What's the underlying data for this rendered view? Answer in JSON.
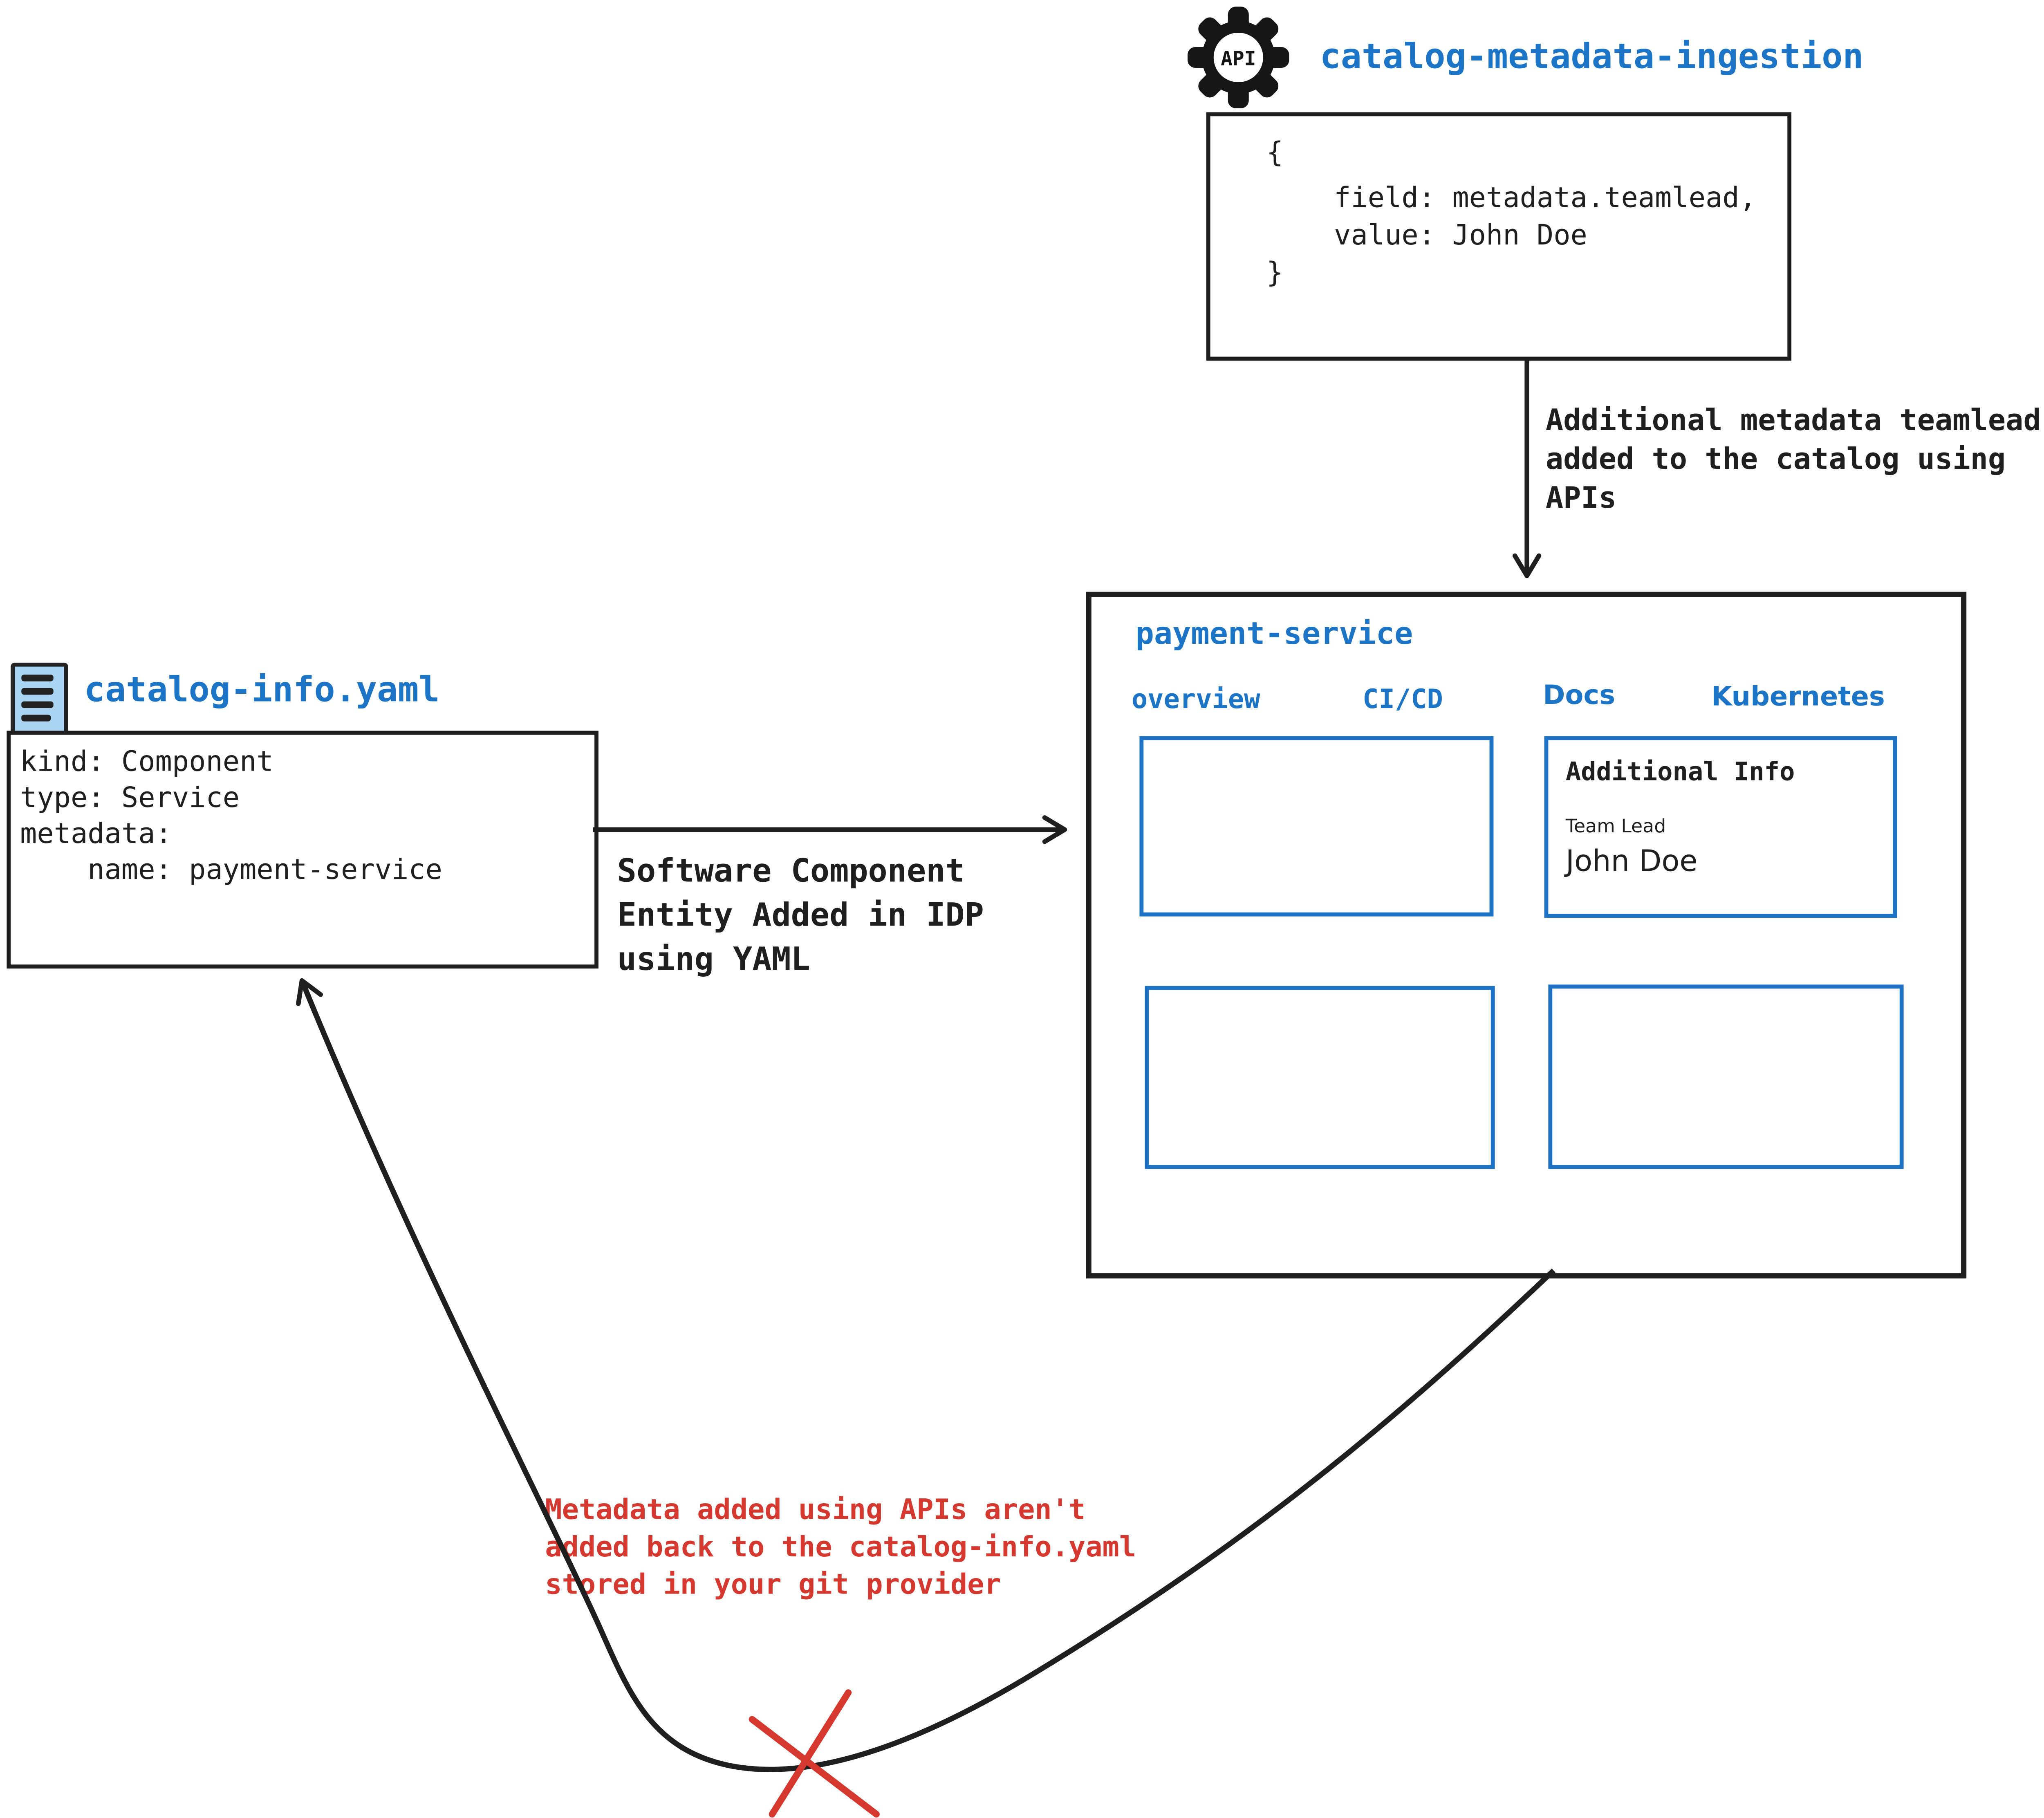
{
  "colors": {
    "accent_blue": "#1b74c5",
    "border_blue": "#1e72c4",
    "ink_black": "#1f1f1f",
    "alert_red": "#d5382e",
    "file_icon_fill": "#a9d5f2"
  },
  "icons": {
    "api_gear": "gear-with-api-label",
    "yaml_file": "document-with-lines"
  },
  "api_ingestion": {
    "gear_icon_label": "API",
    "title": "catalog-metadata-ingestion",
    "code_lines": [
      "{",
      "    field: metadata.teamlead,",
      "    value: John Doe",
      "}"
    ]
  },
  "api_arrow": {
    "label_lines": [
      "Additional metadata teamlead",
      "added to the catalog using APIs"
    ]
  },
  "idp_panel": {
    "title": "payment-service",
    "tabs": [
      {
        "label": "overview"
      },
      {
        "label": "CI/CD"
      },
      {
        "label": "Docs"
      },
      {
        "label": "Kubernetes"
      }
    ],
    "docs_card": {
      "heading": "Additional Info",
      "field_label": "Team Lead",
      "field_value": "John Doe"
    }
  },
  "yaml_file": {
    "title": "catalog-info.yaml",
    "code_lines": [
      "kind: Component",
      "type: Service",
      "metadata:",
      "    name: payment-service"
    ]
  },
  "yaml_arrow": {
    "label_lines": [
      "Software Component",
      "Entity Added in IDP",
      "using YAML"
    ]
  },
  "feedback_note": {
    "label_lines": [
      "Metadata added using APIs aren't",
      "added back to the catalog-info.yaml",
      "stored in your git provider"
    ]
  }
}
